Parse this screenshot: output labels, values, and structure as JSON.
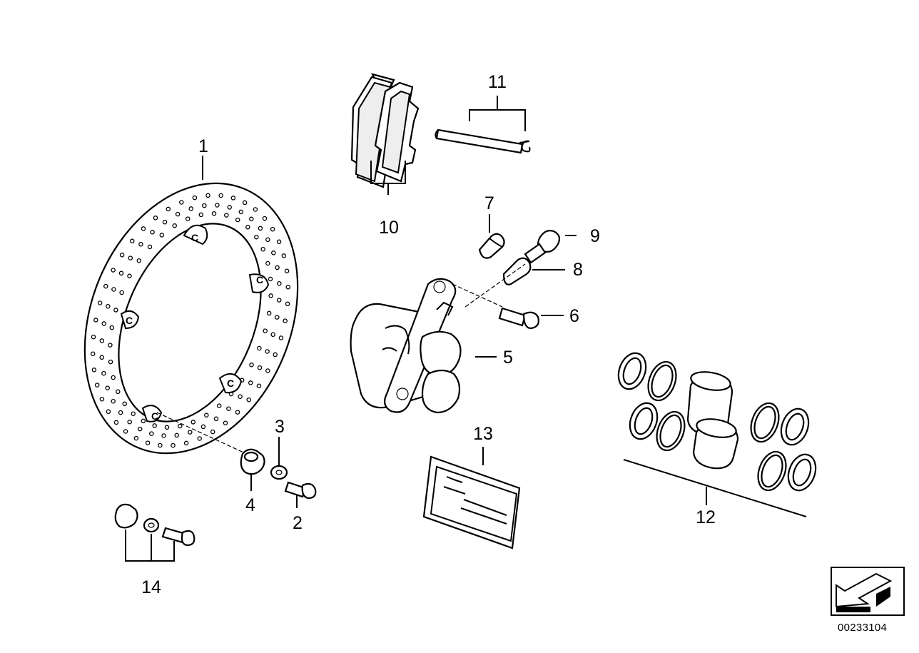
{
  "diagram": {
    "callouts": [
      {
        "id": "1",
        "label": "1"
      },
      {
        "id": "2",
        "label": "2"
      },
      {
        "id": "3",
        "label": "3"
      },
      {
        "id": "4",
        "label": "4"
      },
      {
        "id": "5",
        "label": "5"
      },
      {
        "id": "6",
        "label": "6"
      },
      {
        "id": "7",
        "label": "7"
      },
      {
        "id": "8",
        "label": "8"
      },
      {
        "id": "9",
        "label": "9"
      },
      {
        "id": "10",
        "label": "10"
      },
      {
        "id": "11",
        "label": "11"
      },
      {
        "id": "12",
        "label": "12"
      },
      {
        "id": "13",
        "label": "13"
      },
      {
        "id": "14",
        "label": "14"
      }
    ],
    "diagram_id": "00233104",
    "colors": {
      "line": "#000000",
      "background": "#ffffff",
      "shade": "#eeeeee"
    }
  }
}
